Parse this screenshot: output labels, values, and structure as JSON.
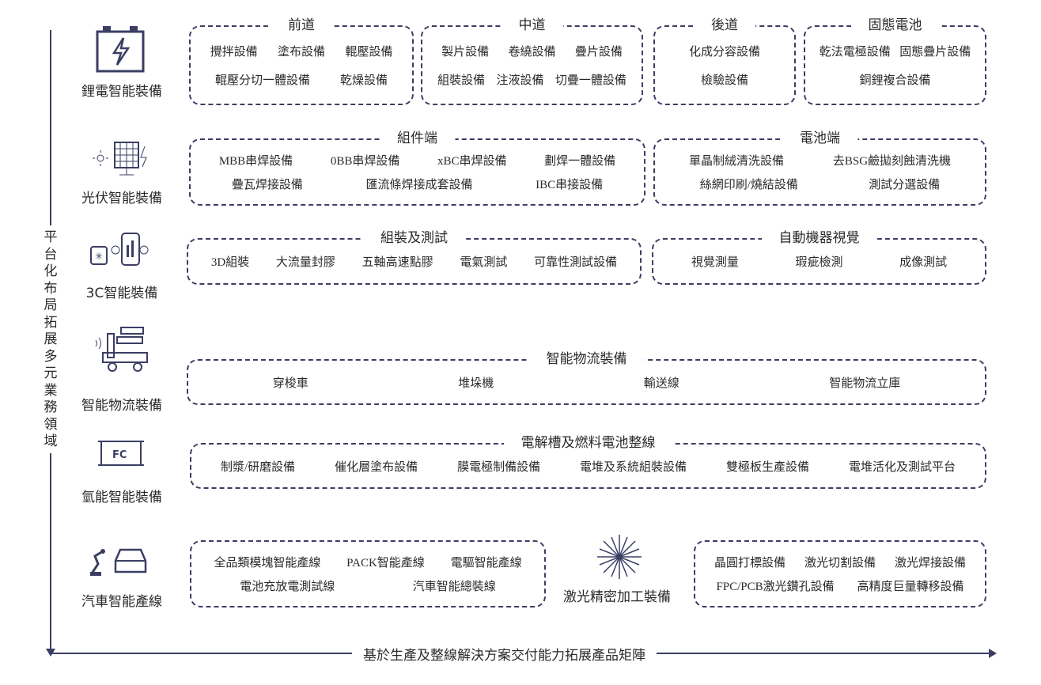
{
  "axis": {
    "vertical": "平台化布局拓展多元業務領域",
    "horizontal": "基於生產及整線解決方案交付能力拓展產品矩陣"
  },
  "categories": [
    {
      "label": "鋰電智能裝備",
      "icon": "battery-icon"
    },
    {
      "label": "光伏智能裝備",
      "icon": "solar-panel-icon"
    },
    {
      "label": "3C智能裝備",
      "icon": "phone-device-icon"
    },
    {
      "label": "智能物流裝備",
      "icon": "logistics-cart-icon"
    },
    {
      "label": "氫能智能裝備",
      "icon": "fuel-cell-icon"
    },
    {
      "label": "汽車智能產線",
      "icon": "car-robot-icon"
    }
  ],
  "boxes": {
    "front": {
      "title": "前道",
      "rows": [
        [
          "攪拌設備",
          "塗布設備",
          "輥壓設備"
        ],
        [
          "輥壓分切一體設備",
          "乾燥設備"
        ]
      ]
    },
    "middle": {
      "title": "中道",
      "rows": [
        [
          "製片設備",
          "卷繞設備",
          "疊片設備"
        ],
        [
          "組裝設備",
          "注液設備",
          "切疊一體設備"
        ]
      ]
    },
    "back": {
      "title": "後道",
      "rows": [
        [
          "化成分容設備"
        ],
        [
          "檢驗設備"
        ]
      ]
    },
    "solid": {
      "title": "固態電池",
      "rows": [
        [
          "乾法電極設備",
          "固態疊片設備"
        ],
        [
          "銅鋰複合設備"
        ]
      ]
    },
    "module": {
      "title": "組件端",
      "rows": [
        [
          "MBB串焊設備",
          "0BB串焊設備",
          "xBC串焊設備",
          "劃焊一體設備"
        ],
        [
          "疊瓦焊接設備",
          "匯流條焊接成套設備",
          "IBC串接設備"
        ]
      ]
    },
    "cell": {
      "title": "電池端",
      "rows": [
        [
          "單晶制絨清洗設備",
          "去BSG鹼拋刻蝕清洗機"
        ],
        [
          "絲網印刷/燒結設備",
          "測試分選設備"
        ]
      ]
    },
    "assembly": {
      "title": "組裝及測試",
      "rows": [
        [
          "3D組裝",
          "大流量封膠",
          "五軸高速點膠",
          "電氣測試",
          "可靠性測試設備"
        ]
      ]
    },
    "vision": {
      "title": "自動機器視覺",
      "rows": [
        [
          "視覺測量",
          "瑕疵檢測",
          "成像測試"
        ]
      ]
    },
    "logistics": {
      "title": "智能物流裝備",
      "rows": [
        [
          "穿梭車",
          "堆垛機",
          "輸送線",
          "智能物流立庫"
        ]
      ]
    },
    "hydrogen": {
      "title": "電解槽及燃料電池整線",
      "rows": [
        [
          "制漿/研磨設備",
          "催化層塗布設備",
          "膜電極制備設備",
          "電堆及系統組裝設備",
          "雙極板生產設備",
          "電堆活化及測試平台"
        ]
      ]
    },
    "auto": {
      "rows": [
        [
          "全品類模塊智能產線",
          "PACK智能產線",
          "電驅智能產線"
        ],
        [
          "電池充放電測試線",
          "汽車智能總裝線"
        ]
      ]
    },
    "laser": {
      "rows": [
        [
          "晶圓打標設備",
          "激光切割設備",
          "激光焊接設備"
        ],
        [
          "FPC/PCB激光鑽孔設備",
          "高精度巨量轉移設備"
        ]
      ]
    }
  },
  "laser_label": "激光精密加工裝備",
  "colors": {
    "accent": "#3b3e63"
  }
}
